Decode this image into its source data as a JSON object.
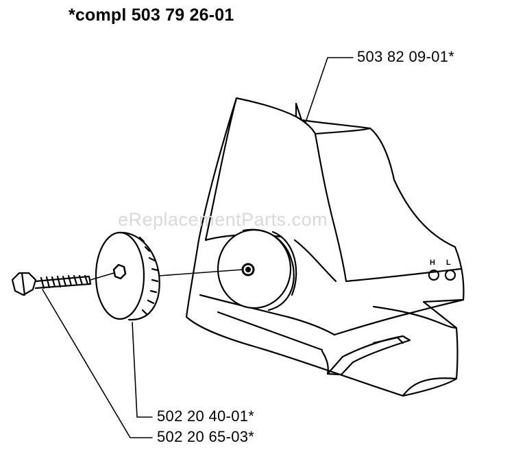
{
  "title": "*compl 503 79 26-01",
  "watermark": "eReplacementParts.com",
  "parts": {
    "cover": "503 82 09-01*",
    "knob": "502 20 40-01*",
    "screw": "502 20 65-03*"
  },
  "markings": {
    "h": "H",
    "l": "L"
  }
}
